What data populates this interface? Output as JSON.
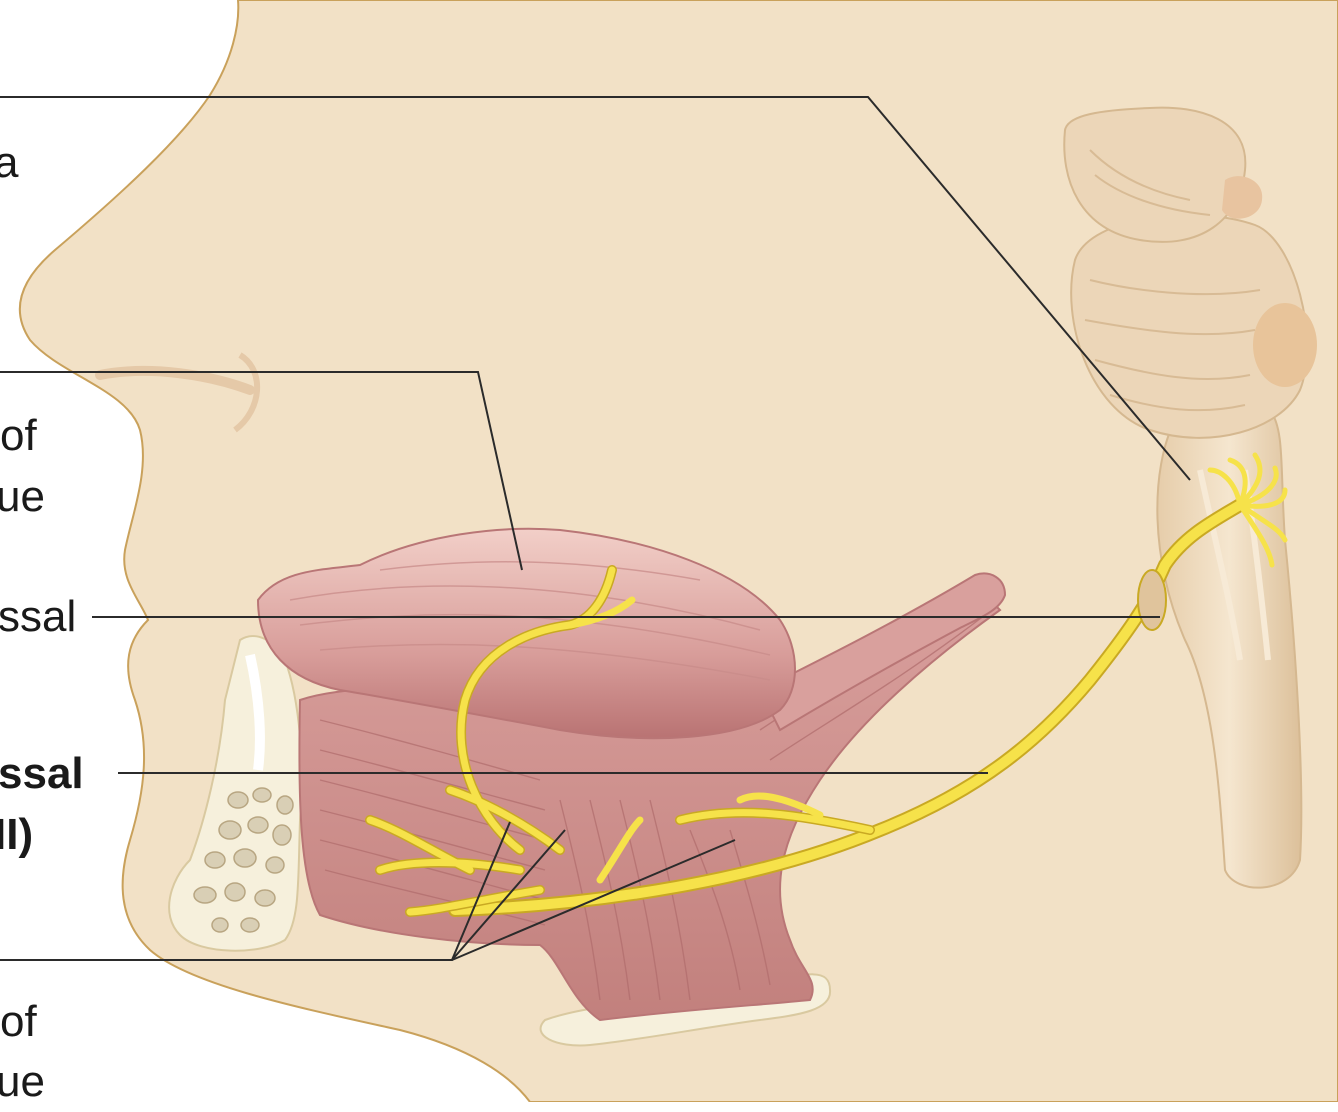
{
  "labels": {
    "medulla": "a",
    "intrinsic_line1": "of",
    "intrinsic_line2": "ue",
    "hypoglossal_canal": "ssal",
    "nerve_line1": "ssal",
    "nerve_line2": "II)",
    "extrinsic_line1": "of",
    "extrinsic_line2": "ue"
  },
  "colors": {
    "skin": "#f2e1c6",
    "skin_outline": "#c9a15b",
    "muscle": "#d9a2a0",
    "muscle_dark": "#b97676",
    "muscle_light": "#f0c8c2",
    "nerve": "#f6e24a",
    "nerve_dark": "#c9a923",
    "brainstem": "#ecd6b8",
    "bone": "#f6f0dc",
    "leader": "#2b2b2b"
  }
}
